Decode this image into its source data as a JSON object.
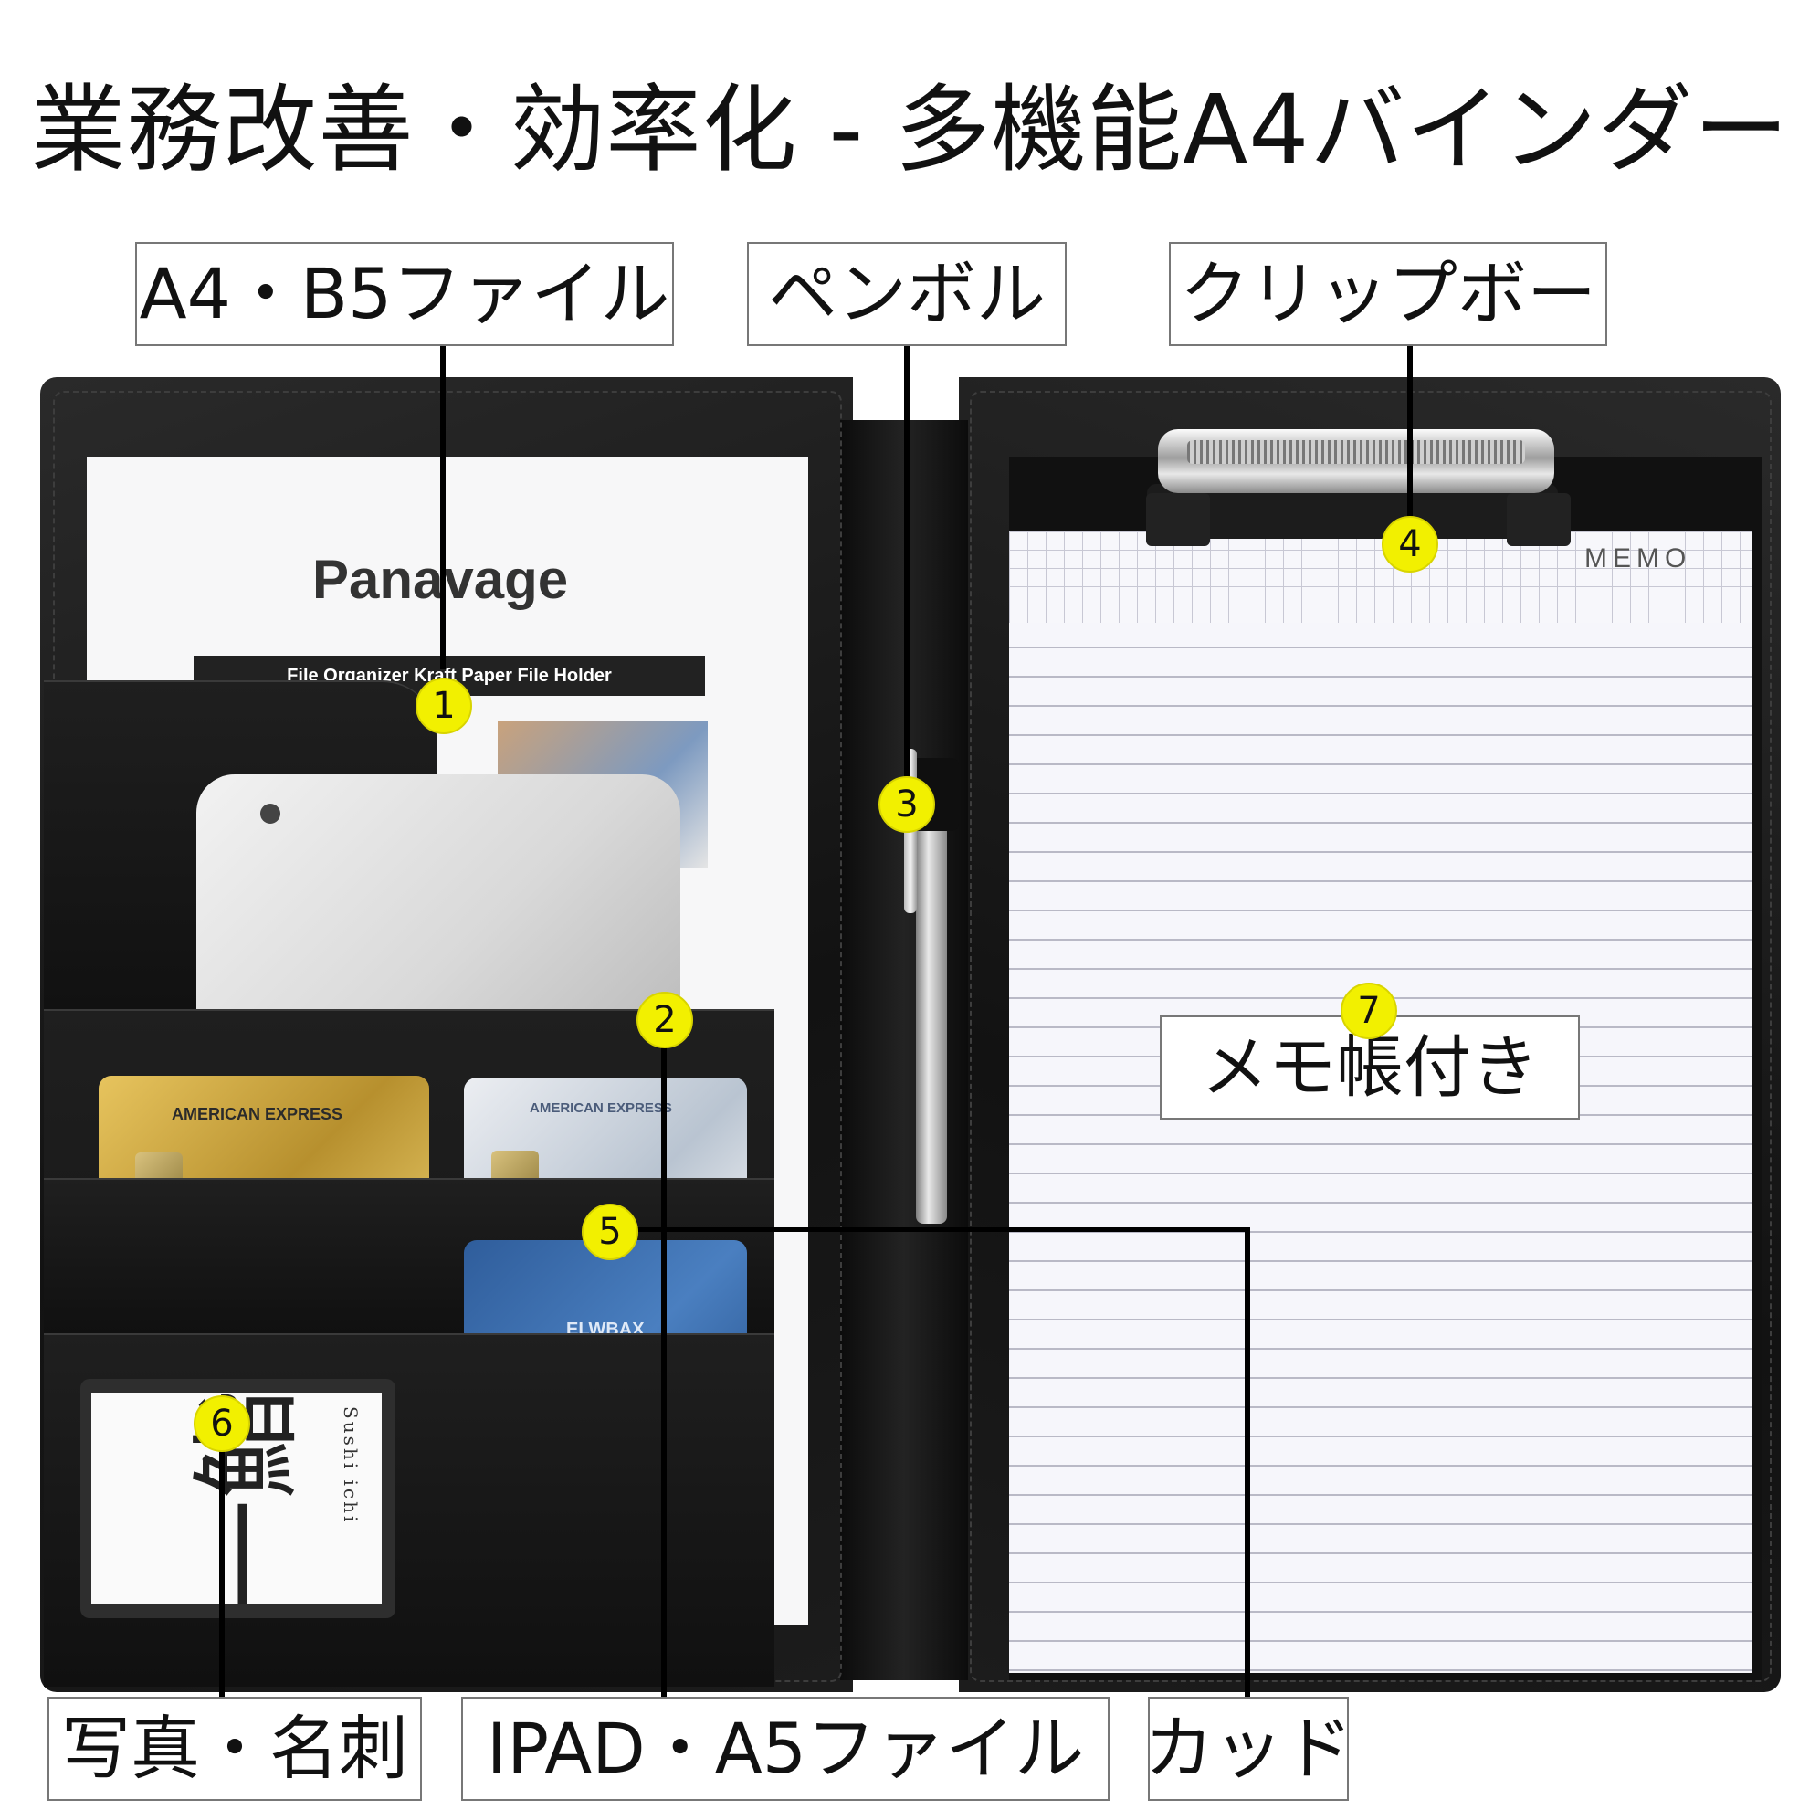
{
  "title": "業務改善・効率化 - 多機能A4バインダー",
  "labels": {
    "a4_b5_file": "A4・B5ファイル",
    "pen_holder": "ペンボル",
    "clip_board": "クリップボー",
    "memo_pad": "メモ帳付き",
    "photo_card": "写真・名刺",
    "ipad_a5_file": "IPAD・A5ファイル",
    "card": "カッド"
  },
  "markers": [
    "1",
    "2",
    "3",
    "4",
    "5",
    "6",
    "7"
  ],
  "product_print": {
    "brand": "Panavage",
    "brand_bar": "File Organizer Kraft Paper File Holder",
    "memo": "MEMO",
    "card_gold": "AMERICAN EXPRESS",
    "card_silver": "AMERICAN EXPRESS",
    "card_blue": "ELWBAX",
    "name_card_vertical": "Sushi ichi",
    "calligraphy": "一鮨"
  },
  "colors": {
    "marker": "#f2f000",
    "binder": "#151515",
    "label_border": "#777777"
  }
}
